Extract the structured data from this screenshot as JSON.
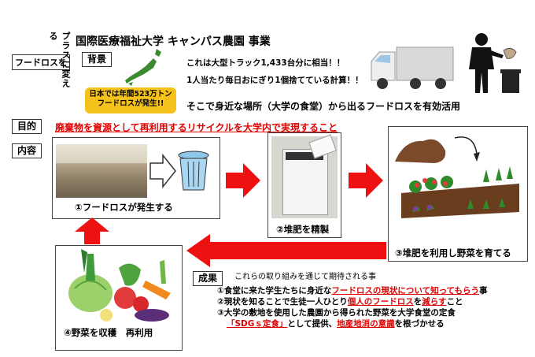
{
  "header": {
    "title": "国際医療福祉大学 キャンパス農園 事業",
    "foodloss_tag": "フードロスを",
    "plus_change": "プラスに変える"
  },
  "background": {
    "label": "背景",
    "japan_stat": "日本では年間523万トン\nフードロスが発生!!",
    "truck_text": "これは大型トラック1,433台分に相当！！",
    "rice_text": "1人当たり毎日おにぎり1個捨てている計算！！",
    "use_text": "そこで身近な場所（大学の食堂）から出るフードロスを有効活用"
  },
  "purpose": {
    "label": "目的",
    "text": "廃棄物を資源として再利用するリサイクルを大学内で実現すること"
  },
  "content": {
    "label": "内容",
    "step1": "①フードロスが発生する",
    "step2": "②堆肥を精製",
    "step3": "③堆肥を利用し野菜を育てる",
    "step4": "④野菜を収穫　再利用"
  },
  "results": {
    "label": "成果",
    "intro": "これらの取り組みを通じて期待される事",
    "line1_a": "①食堂に来た学生たちに身近な",
    "line1_b": "フードロスの現状について知ってもらう",
    "line1_c": "事",
    "line2_a": "②現状を知ることで生徒一人ひとり",
    "line2_b": "個人のフードロス",
    "line2_c": "を",
    "line2_d": "減らす",
    "line2_e": "こと",
    "line3": "③大学の敷地を使用した農園から得られた野菜を大学食堂の定食",
    "line4_a": "「SDGｓ定食」",
    "line4_b": "として提供、",
    "line4_c": "地産地消の意識",
    "line4_d": "を根づかせる"
  },
  "colors": {
    "accent_red": "#e00000",
    "badge_yellow": "#f5c21b"
  }
}
